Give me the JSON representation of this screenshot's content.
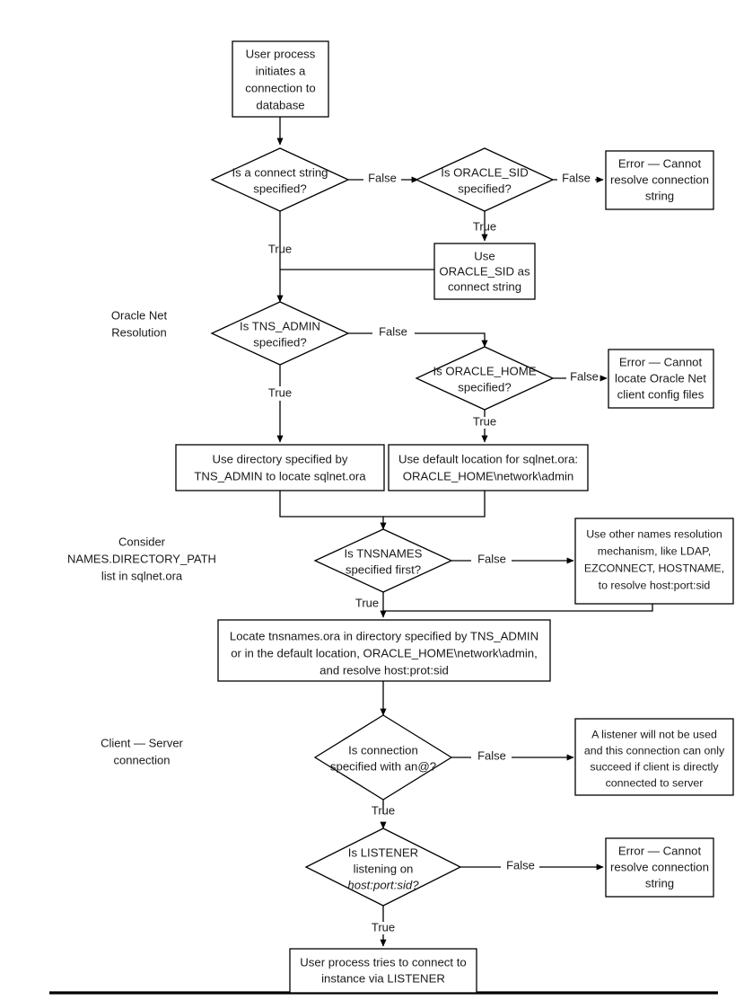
{
  "diagram": {
    "title": "Oracle Net connection resolution flowchart",
    "colors": {
      "stroke": "#000000",
      "fill": "#ffffff",
      "text": "#1a1a1a"
    },
    "side_labels": [
      {
        "id": "oracle-net-resolution",
        "lines": [
          "Oracle Net",
          "Resolution"
        ]
      },
      {
        "id": "names-directory-path",
        "lines": [
          "Consider",
          "NAMES.DIRECTORY_PATH",
          "list in sqlnet.ora"
        ]
      },
      {
        "id": "client-server-connection",
        "lines": [
          "Client — Server",
          "connection"
        ]
      }
    ],
    "nodes": [
      {
        "id": "start",
        "type": "process",
        "lines": [
          "User process",
          "initiates a",
          "connection to",
          "database"
        ]
      },
      {
        "id": "d-connect-string",
        "type": "decision",
        "lines": [
          "Is a connect string",
          "specified?"
        ]
      },
      {
        "id": "d-oracle-sid",
        "type": "decision",
        "lines": [
          "Is ORACLE_SID",
          "specified?"
        ]
      },
      {
        "id": "err-resolve-1",
        "type": "process",
        "lines": [
          "Error — Cannot",
          "resolve connection",
          "string"
        ]
      },
      {
        "id": "use-oracle-sid",
        "type": "process",
        "lines": [
          "Use",
          "ORACLE_SID as",
          "connect string"
        ]
      },
      {
        "id": "d-tns-admin",
        "type": "decision",
        "lines": [
          "Is TNS_ADMIN",
          "specified?"
        ]
      },
      {
        "id": "d-oracle-home",
        "type": "decision",
        "lines": [
          "Is ORACLE_HOME",
          "specified?"
        ]
      },
      {
        "id": "err-locate-config",
        "type": "process",
        "lines": [
          "Error — Cannot",
          "locate Oracle Net",
          "client config files"
        ]
      },
      {
        "id": "use-tns-admin-dir",
        "type": "process",
        "lines": [
          "Use directory specified by",
          "TNS_ADMIN to locate sqlnet.ora"
        ]
      },
      {
        "id": "use-default-location",
        "type": "process",
        "lines": [
          "Use default location for sqlnet.ora:",
          "ORACLE_HOME\\network\\admin"
        ]
      },
      {
        "id": "d-tnsnames",
        "type": "decision",
        "lines": [
          "Is TNSNAMES",
          "specified first?"
        ]
      },
      {
        "id": "other-names-resolution",
        "type": "process",
        "lines": [
          "Use other names resolution",
          "mechanism, like LDAP,",
          "EZCONNECT, HOSTNAME,",
          "to resolve host:port:sid"
        ]
      },
      {
        "id": "locate-tnsnames",
        "type": "process",
        "lines": [
          "Locate tnsnames.ora in directory specified by TNS_ADMIN",
          "or in the default location, ORACLE_HOME\\network\\admin,",
          "and resolve host:prot:sid"
        ]
      },
      {
        "id": "d-at-sign",
        "type": "decision",
        "lines": [
          "Is connection",
          "specified with an@?"
        ]
      },
      {
        "id": "no-listener",
        "type": "process",
        "lines": [
          "A listener will not be used",
          "and this connection can only",
          "succeed if client is directly",
          "connected to server"
        ]
      },
      {
        "id": "d-listener",
        "type": "decision",
        "lines": [
          "Is LISTENER",
          "listening on",
          "host:port:sid?"
        ],
        "italic_lines": [
          2
        ]
      },
      {
        "id": "err-resolve-2",
        "type": "process",
        "lines": [
          "Error — Cannot",
          "resolve connection",
          "string"
        ]
      },
      {
        "id": "end-connect",
        "type": "process",
        "lines": [
          "User process tries to connect to",
          "instance via LISTENER"
        ]
      }
    ],
    "edge_labels": {
      "connect_string_false": "False",
      "connect_string_true": "True",
      "oracle_sid_false": "False",
      "oracle_sid_true": "True",
      "tns_admin_false": "False",
      "tns_admin_true": "True",
      "oracle_home_false": "False",
      "oracle_home_true": "True",
      "tnsnames_false": "False",
      "tnsnames_true": "True",
      "at_sign_false": "False",
      "at_sign_true": "True",
      "listener_false": "False",
      "listener_true": "True"
    }
  }
}
